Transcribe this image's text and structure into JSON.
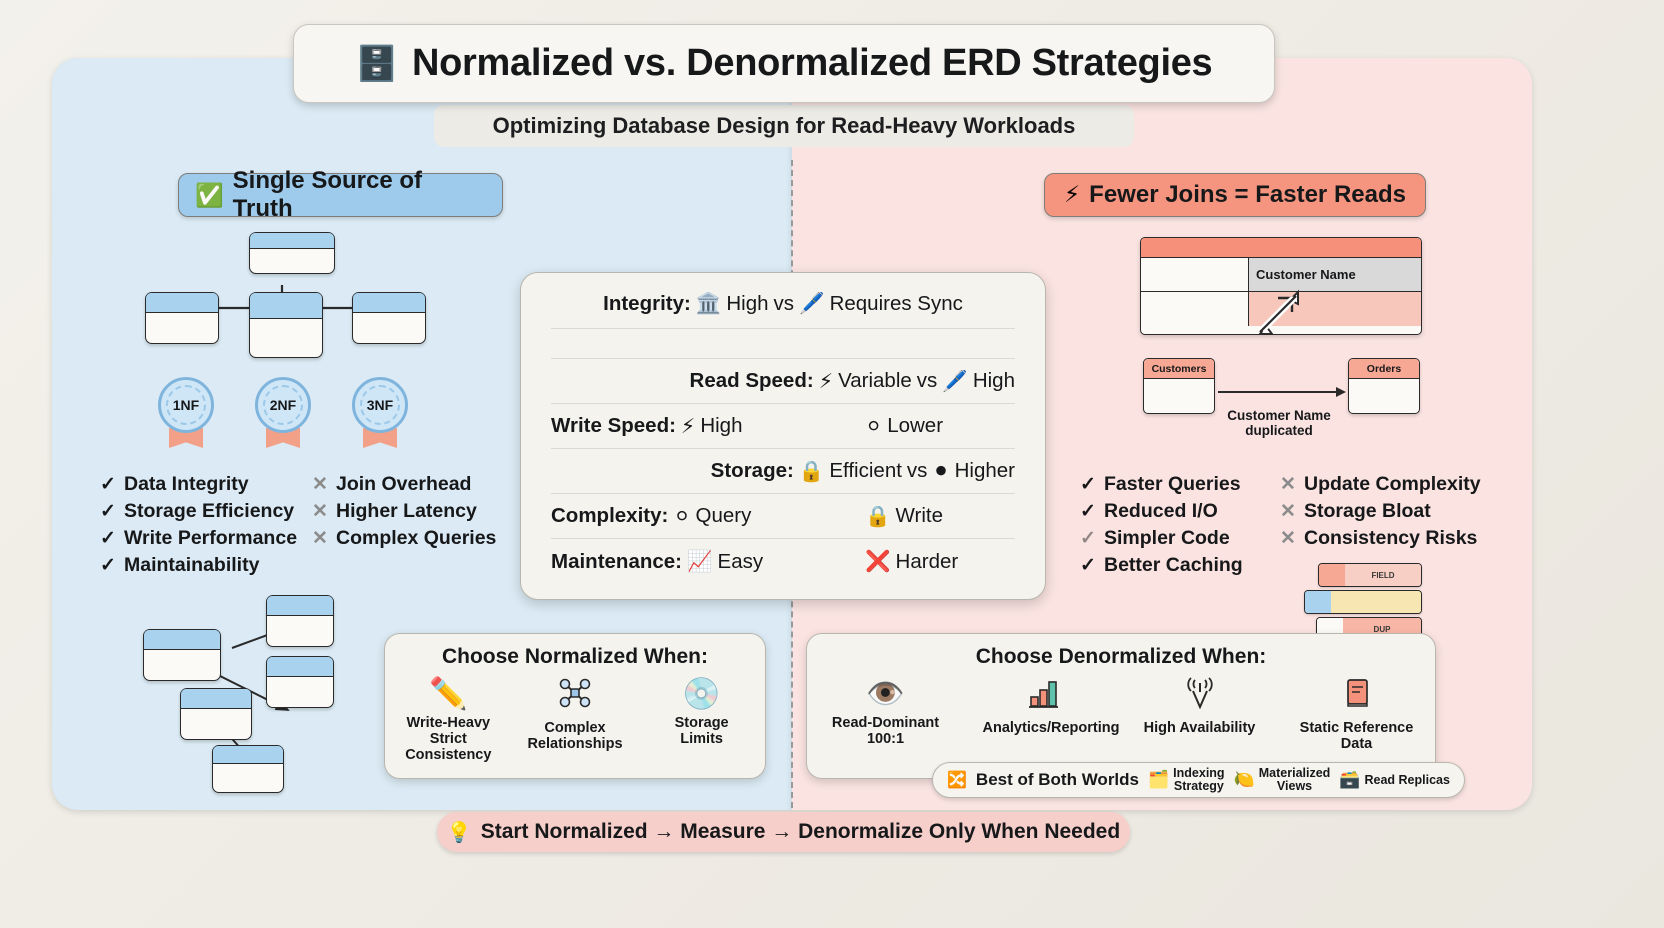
{
  "header": {
    "title": "Normalized vs. Denormalized ERD Strategies",
    "title_icon": "database-icon",
    "title_icon_glyph": "🗄",
    "subtitle": "Optimizing Database Design for Read-Heavy Workloads"
  },
  "left_panel": {
    "section_header": {
      "label": "Single Source of Truth",
      "icon": "check-mark-button-icon",
      "icon_glyph": "✅"
    },
    "background_color": "#dbeaf4",
    "normal_form_badges": [
      "1NF",
      "2NF",
      "3NF"
    ],
    "pros": [
      "Data Integrity",
      "Storage Efficiency",
      "Write Performance",
      "Maintainability"
    ],
    "cons": [
      "Join Overhead",
      "Higher Latency",
      "Complex Queries"
    ]
  },
  "right_panel": {
    "section_header": {
      "label": "Fewer Joins = Faster Reads",
      "icon": "lightning-bolt-icon",
      "icon_glyph": "⚡"
    },
    "background_color": "#fae3e1",
    "erd": {
      "selected_column": "Customer Name",
      "table_left": "Customers",
      "table_right": "Orders",
      "duplication_note": "Customer Name\nduplicated"
    },
    "pros": [
      "Faster Queries",
      "Reduced I/O",
      "Simpler Code",
      "Better Caching"
    ],
    "cons": [
      "Update Complexity",
      "Storage Bloat",
      "Consistency Risks"
    ]
  },
  "comparison": {
    "rows": [
      {
        "label": "Integrity:",
        "left_icon": "classical-building-icon",
        "left_icon_glyph": "🏛",
        "left_value": "High",
        "connector": "vs",
        "right_icon": "pencil-icon",
        "right_icon_glyph": "🖊",
        "right_value": "Requires Sync",
        "single_line": true
      },
      {
        "label": "Read Speed:",
        "left_icon": "high-voltage-icon",
        "left_icon_glyph": "⚡",
        "left_value": "Variable",
        "connector": "vs",
        "right_icon": "pen-icon",
        "right_icon_glyph": "🖊",
        "right_value": "High",
        "single_line": true
      },
      {
        "label": "Write Speed:",
        "left_icon": "high-voltage-icon",
        "left_icon_glyph": "⚡",
        "left_value": "High",
        "connector": "",
        "right_icon": "grey-circle-icon",
        "right_icon_glyph": "⚪",
        "right_value": "Lower",
        "single_line": false
      },
      {
        "label": "Storage:",
        "left_icon": "lock-icon",
        "left_icon_glyph": "🔒",
        "left_value": "Efficient",
        "connector": "vs",
        "right_icon": "dark-circle-icon",
        "right_icon_glyph": "⚫",
        "right_value": "Higher",
        "single_line": true
      },
      {
        "label": "Complexity:",
        "left_icon": "grey-circle-icon",
        "left_icon_glyph": "⚪",
        "left_value": "Query",
        "connector": "",
        "right_icon": "lock-icon",
        "right_icon_glyph": "🔒",
        "right_value": "Write",
        "single_line": false
      },
      {
        "label": "Maintenance:",
        "left_icon": "chart-increasing-icon",
        "left_icon_glyph": "📈",
        "left_value": "Easy",
        "connector": "",
        "right_icon": "cross-mark-icon",
        "right_icon_glyph": "❌",
        "right_value": "Harder",
        "single_line": false
      }
    ]
  },
  "choose_normalized": {
    "title": "Choose Normalized When:",
    "items": [
      {
        "icon": "pencil-icon",
        "icon_glyph": "✏️",
        "caption": "Write-Heavy\nStrict Consistency"
      },
      {
        "icon": "network-nodes-icon",
        "icon_glyph": "✶",
        "caption": "Complex\nRelationships"
      },
      {
        "icon": "storage-disc-icon",
        "icon_glyph": "💿",
        "caption": "Storage\nLimits"
      }
    ]
  },
  "choose_denormalized": {
    "title": "Choose Denormalized When:",
    "items": [
      {
        "icon": "eye-icon",
        "icon_glyph": "👁",
        "caption": "Read-Dominant\n100:1"
      },
      {
        "icon": "bar-chart-icon",
        "icon_glyph": "📊",
        "caption": "Analytics/Reporting"
      },
      {
        "icon": "antenna-icon",
        "icon_glyph": "📡",
        "caption": "High Availability"
      },
      {
        "icon": "books-icon",
        "icon_glyph": "📕",
        "caption": "Static Reference\nData"
      }
    ]
  },
  "best_of_both": {
    "icon": "shuffle-icon",
    "icon_glyph": "🔀",
    "label": "Best of Both Worlds",
    "chips": [
      {
        "icon": "card-index-icon",
        "icon_glyph": "🗂",
        "label": "Indexing\nStrategy"
      },
      {
        "icon": "lemon-icon",
        "icon_glyph": "🍋",
        "label": "Materialized\nViews"
      },
      {
        "icon": "card-file-box-icon",
        "icon_glyph": "🗃",
        "label": "Read Replicas"
      }
    ]
  },
  "footer": {
    "icon": "light-bulb-icon",
    "icon_glyph": "💡",
    "text": "Start Normalized → Measure → Denormalize Only When Needed",
    "background_color": "#f6cfca"
  }
}
